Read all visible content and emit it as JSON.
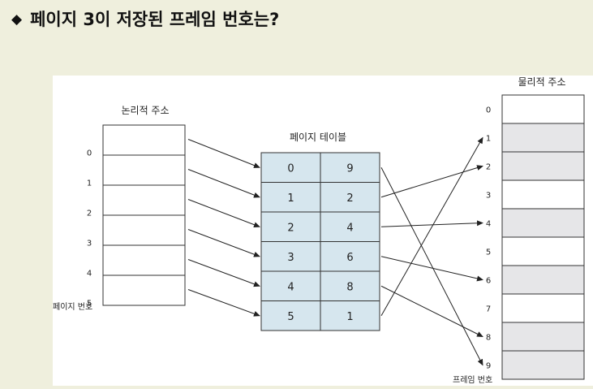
{
  "question": {
    "bullet": "◆",
    "text": "페이지 3이 저장된 프레임 번호는?"
  },
  "diagram": {
    "logical_title": "논리적 주소",
    "logical_indices": [
      "0",
      "1",
      "2",
      "3",
      "4",
      "5"
    ],
    "logical_caption": "페이지 번호",
    "page_table_title": "페이지 테이블",
    "page_table_rows": [
      {
        "page": "0",
        "frame": "9"
      },
      {
        "page": "1",
        "frame": "2"
      },
      {
        "page": "2",
        "frame": "4"
      },
      {
        "page": "3",
        "frame": "6"
      },
      {
        "page": "4",
        "frame": "8"
      },
      {
        "page": "5",
        "frame": "1"
      }
    ],
    "physical_title": "물리적 주소",
    "physical_indices": [
      "0",
      "1",
      "2",
      "3",
      "4",
      "5",
      "6",
      "7",
      "8",
      "9"
    ],
    "physical_caption": "프레임 번호",
    "colors": {
      "table_fill": "#d6e6ee",
      "frame_used": "#e6e6e8",
      "stroke": "#333333"
    }
  }
}
